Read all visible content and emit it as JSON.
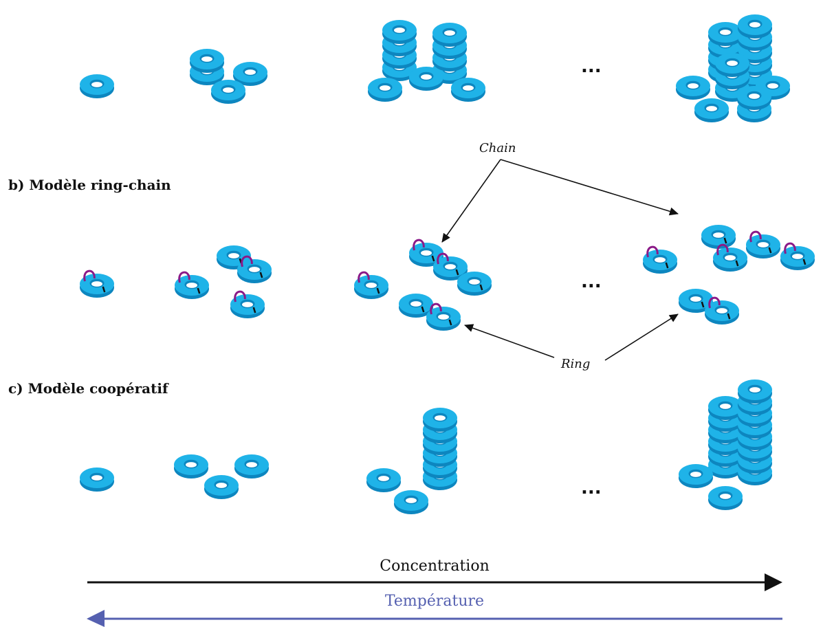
{
  "sections": {
    "a": {
      "title": ""
    },
    "b": {
      "title": "b) Modèle ring-chain"
    },
    "c": {
      "title": "c) Modèle coopératif"
    }
  },
  "ellipsis": "...",
  "callouts": {
    "chain": "Chain",
    "ring": "Ring"
  },
  "axes": {
    "concentration": {
      "label": "Concentration",
      "color": "#111111"
    },
    "temperature": {
      "label": "Température",
      "color": "#5560b0"
    }
  },
  "colors": {
    "torus": "#1fb3e8",
    "torus_dark": "#0d86bf",
    "torus_hole": "#ffffff",
    "link": "#8b1a88",
    "tick": "#111111"
  }
}
